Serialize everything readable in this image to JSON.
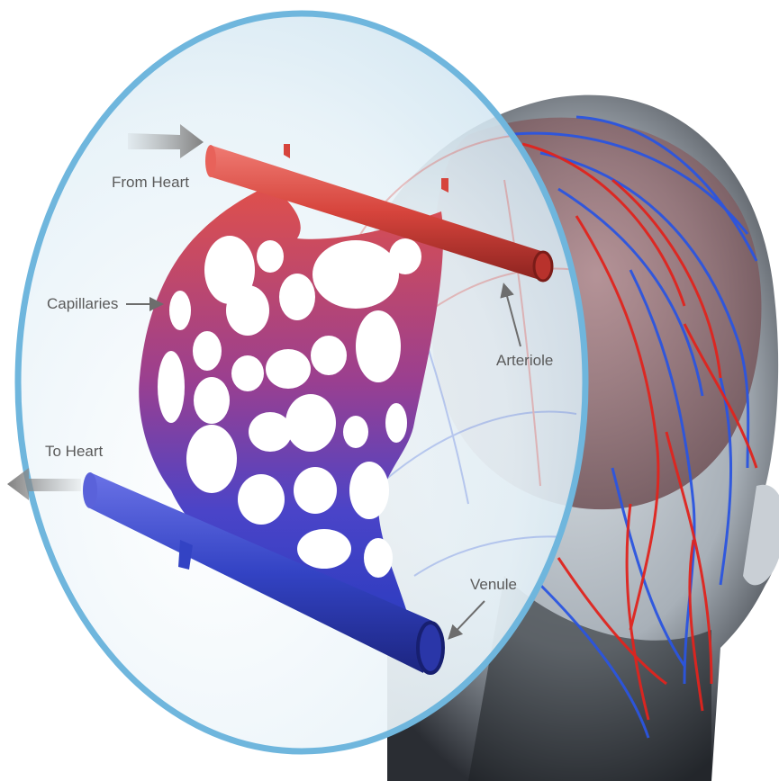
{
  "labels": {
    "from_heart": "From Heart",
    "capillaries": "Capillaries",
    "arteriole": "Arteriole",
    "to_heart": "To Heart",
    "venule": "Venule"
  },
  "colors": {
    "artery": "#d9463f",
    "vein": "#2f3fb8",
    "capillary_mid": "#8a3a8f",
    "magnifier_border": "#6fb6dd",
    "magnifier_fill": "#eaf3f8",
    "label_text": "#5a5a5a",
    "arrow": "#7a7a7a"
  }
}
